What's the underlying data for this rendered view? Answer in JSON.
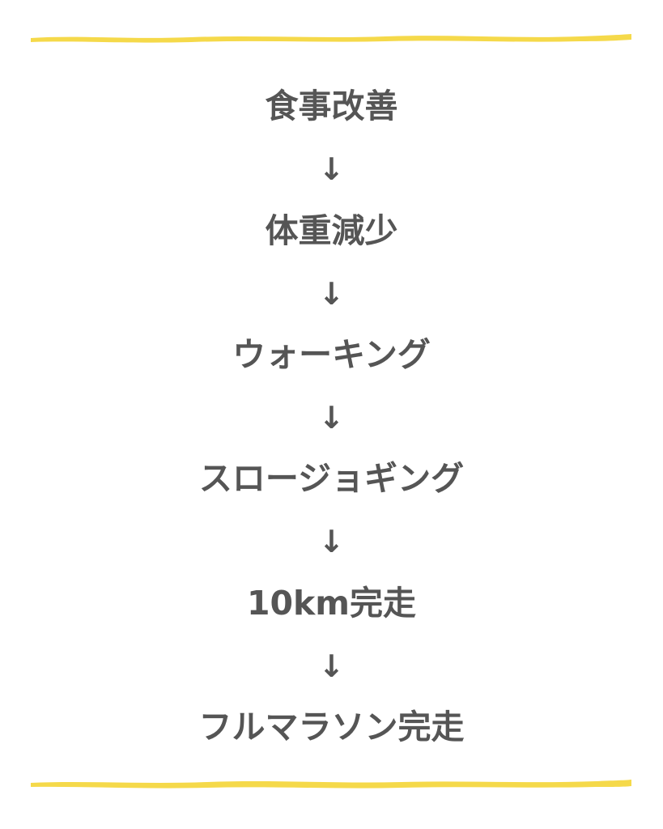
{
  "colors": {
    "accent_line": "#f5d94a",
    "text": "#555555",
    "background": "#ffffff"
  },
  "flow": {
    "steps": [
      "食事改善",
      "体重減少",
      "ウォーキング",
      "スロージョギング",
      "10km完走",
      "フルマラソン完走"
    ],
    "arrow": "↓"
  }
}
